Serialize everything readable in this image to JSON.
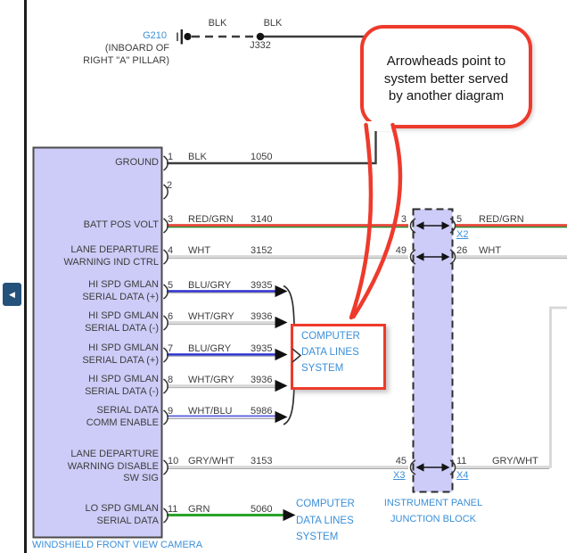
{
  "colors": {
    "link": "#3a8fd8",
    "annotation_red": "#ee3a2c",
    "block_fill": "#cdccf8"
  },
  "icons": {
    "prev_arrow": "◀"
  },
  "ground_node": {
    "label": "G210",
    "location": "(INBOARD OF\nRIGHT \"A\" PILLAR)",
    "wire1_color": "BLK",
    "splice_label": "J332",
    "wire2_color": "BLK"
  },
  "callout": {
    "text": "Arrowheads point to\nsystem better served\nby another diagram"
  },
  "camera": {
    "name": "WINDSHIELD FRONT VIEW CAMERA",
    "pins": [
      {
        "num": "1",
        "label": "GROUND",
        "wire_color": "BLK",
        "circuit": "1050"
      },
      {
        "num": "2",
        "label": "",
        "wire_color": "",
        "circuit": ""
      },
      {
        "num": "3",
        "label": "BATT POS VOLT",
        "wire_color": "RED/GRN",
        "circuit": "3140"
      },
      {
        "num": "4",
        "label": "LANE DEPARTURE\nWARNING IND CTRL",
        "wire_color": "WHT",
        "circuit": "3152"
      },
      {
        "num": "5",
        "label": "HI SPD GMLAN\nSERIAL DATA (+)",
        "wire_color": "BLU/GRY",
        "circuit": "3935"
      },
      {
        "num": "6",
        "label": "HI SPD GMLAN\nSERIAL DATA (-)",
        "wire_color": "WHT/GRY",
        "circuit": "3936"
      },
      {
        "num": "7",
        "label": "HI SPD GMLAN\nSERIAL DATA (+)",
        "wire_color": "BLU/GRY",
        "circuit": "3935"
      },
      {
        "num": "8",
        "label": "HI SPD GMLAN\nSERIAL DATA (-)",
        "wire_color": "WHT/GRY",
        "circuit": "3936"
      },
      {
        "num": "9",
        "label": "SERIAL DATA\nCOMM ENABLE",
        "wire_color": "WHT/BLU",
        "circuit": "5986"
      },
      {
        "num": "10",
        "label": "LANE DEPARTURE\nWARNING DISABLE\nSW SIG",
        "wire_color": "GRY/WHT",
        "circuit": "3153"
      },
      {
        "num": "11",
        "label": "LO SPD GMLAN\nSERIAL DATA",
        "wire_color": "GRN",
        "circuit": "5060"
      }
    ]
  },
  "junction": {
    "name": "INSTRUMENT PANEL\nJUNCTION BLOCK",
    "rows": [
      {
        "left_pin": "3",
        "right_pin": "5",
        "wire_color": "RED/GRN",
        "right_link": "X2"
      },
      {
        "left_pin": "49",
        "right_pin": "26",
        "wire_color": "WHT"
      },
      {
        "left_pin": "45",
        "right_pin": "11",
        "wire_color": "GRY/WHT",
        "left_link": "X3",
        "right_link": "X4"
      }
    ]
  },
  "system_labels": {
    "mid": "COMPUTER\nDATA LINES\nSYSTEM",
    "bottom": "COMPUTER\nDATA LINES\nSYSTEM"
  }
}
